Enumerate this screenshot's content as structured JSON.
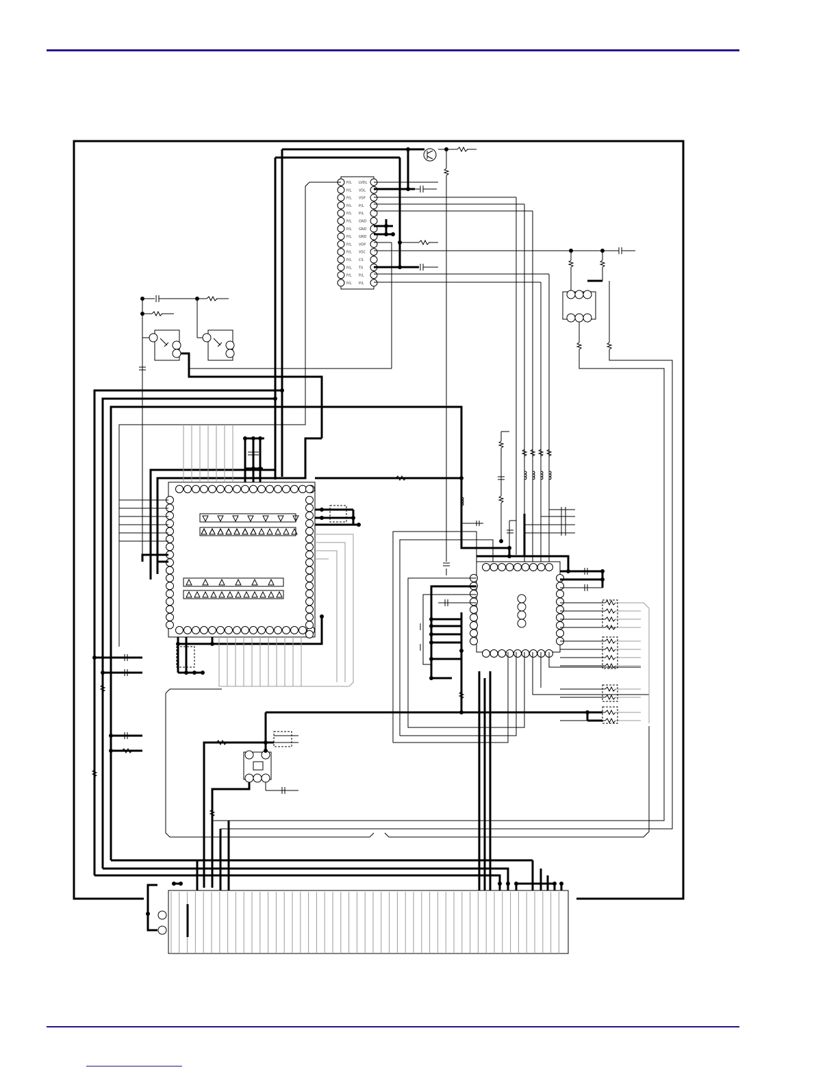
{
  "page": {
    "header_rule_color": "#2a0f8c",
    "footer_rule_color": "#2a0f8c"
  },
  "schematic": {
    "ic_top_pin_labels_left": [
      "P/L",
      "P/L",
      "P/L",
      "P/L",
      "P/L",
      "P/L",
      "P/L",
      "P/L",
      "P/L",
      "P/L",
      "P/L",
      "P/L",
      "P/L",
      "P/L"
    ],
    "ic_top_pin_labels_right": [
      "LVDL",
      "VDL",
      "VSP",
      "P/L",
      "P/L",
      "GND",
      "GND",
      "GND",
      "VDP",
      "VSC",
      "CS",
      "TX",
      "P/L",
      "P/L"
    ]
  }
}
